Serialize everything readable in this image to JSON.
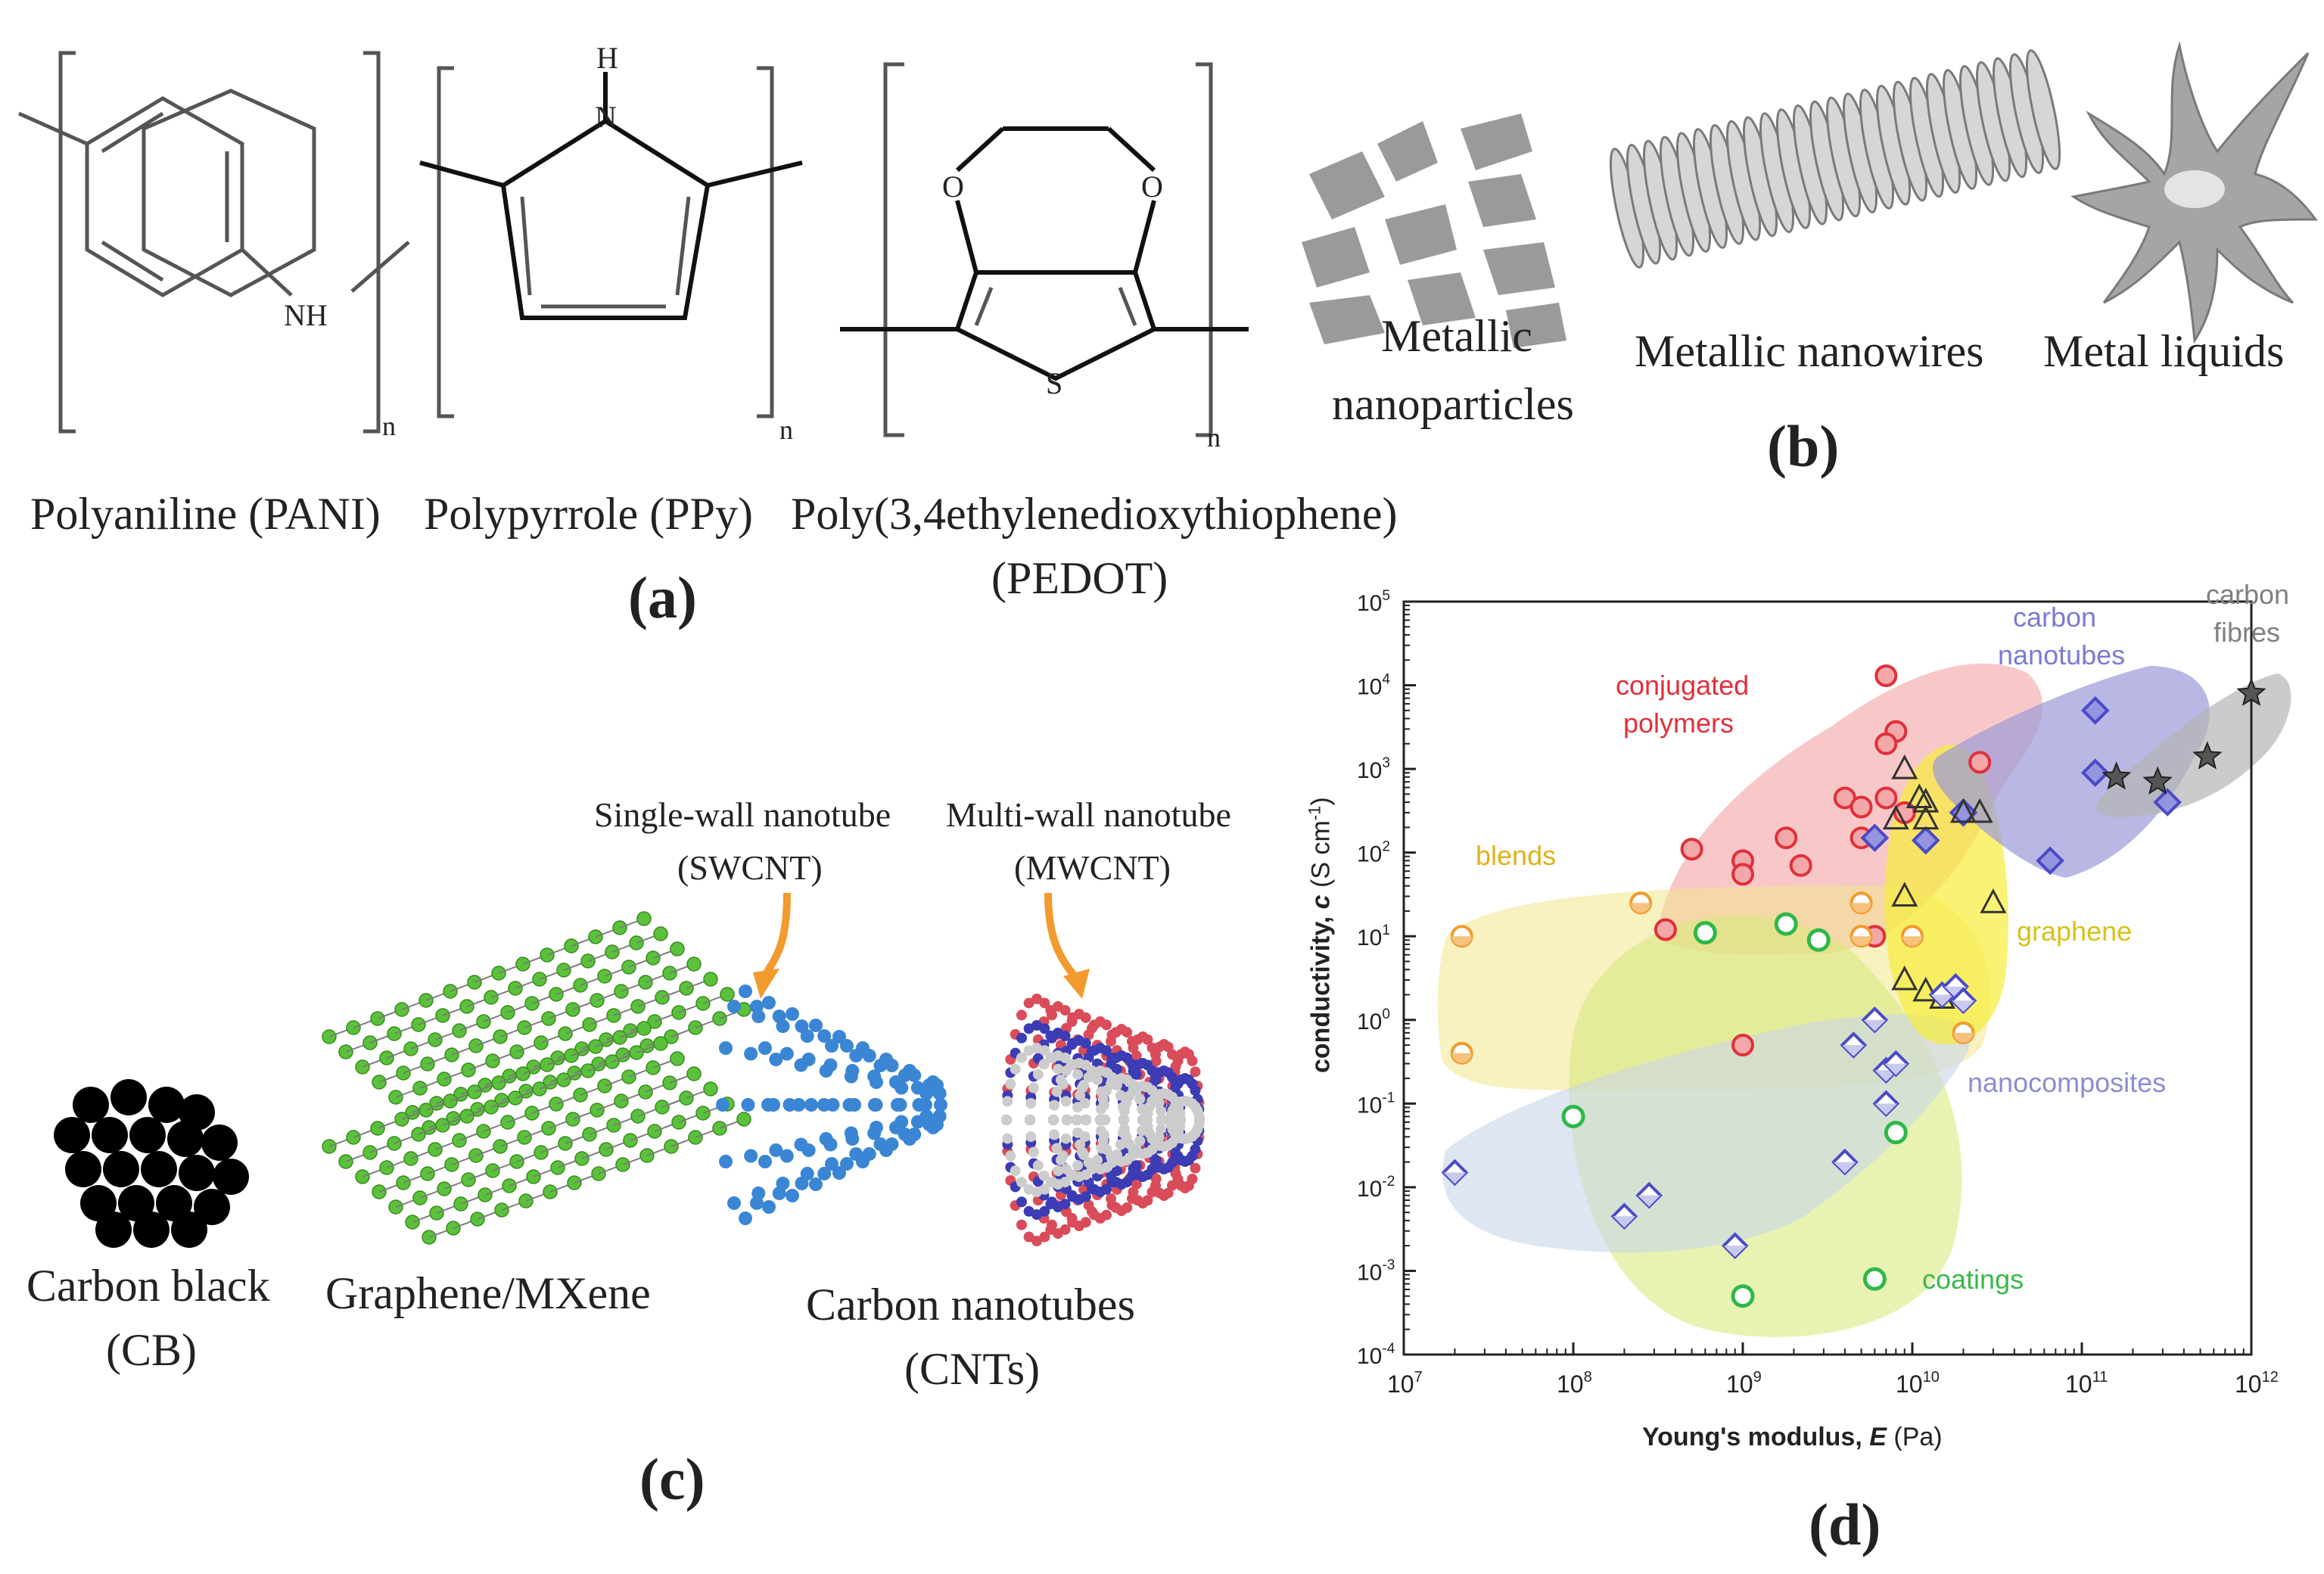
{
  "panel_a": {
    "letter": "(a)",
    "polymers": [
      {
        "name": "Polyaniline (PANI)",
        "atom": "NH",
        "repeat": "n"
      },
      {
        "name": "Polypyrrole (PPy)",
        "atom": "H",
        "atom2": "N",
        "repeat": "n"
      },
      {
        "name": "Poly(3,4ethylenedioxythiophene)",
        "name2": "(PEDOT)",
        "atoms": [
          "O",
          "O",
          "S"
        ],
        "repeat": "n"
      }
    ]
  },
  "panel_b": {
    "letter": "(b)",
    "items": [
      {
        "line1": "Metallic",
        "line2": "nanoparticles"
      },
      {
        "line1": "Metallic nanowires"
      },
      {
        "line1": "Metal liquids"
      }
    ],
    "colors": {
      "metal": "#9a9a9a"
    }
  },
  "panel_c": {
    "letter": "(c)",
    "items": [
      {
        "line1": "Carbon black",
        "line2": "(CB)"
      },
      {
        "line1": "Graphene/MXene"
      },
      {
        "line1": "Carbon nanotubes",
        "line2": "(CNTs)"
      }
    ],
    "swcnt": {
      "line1": "Single-wall nanotube",
      "line2": "(SWCNT)"
    },
    "mwcnt": {
      "line1": "Multi-wall nanotube",
      "line2": "(MWCNT)"
    },
    "colors": {
      "graphene": "#5ac23a",
      "swcnt": "#3a86d4",
      "mwcnt_red": "#d94c5a",
      "mwcnt_blue": "#3c3cb4",
      "arrow": "#f29a2e"
    }
  },
  "panel_d": {
    "letter": "(d)",
    "chart_data": {
      "type": "scatter",
      "xlabel": "Young's modulus, E (Pa)",
      "xlabel_parts": {
        "pre": "Young's modulus, ",
        "var": "E",
        "post": " (Pa)"
      },
      "ylabel": "conductivity, c (S cm⁻¹)",
      "ylabel_parts": {
        "pre": "conductivity, ",
        "var": "c",
        "post": " (S cm",
        "sup": "-1",
        "close": ")"
      },
      "xscale": "log",
      "yscale": "log",
      "xlim": [
        10000000.0,
        1000000000000.0
      ],
      "ylim": [
        0.0001,
        100000.0
      ],
      "xticks": [
        {
          "base": "10",
          "exp": "7"
        },
        {
          "base": "10",
          "exp": "8"
        },
        {
          "base": "10",
          "exp": "9"
        },
        {
          "base": "10",
          "exp": "10"
        },
        {
          "base": "10",
          "exp": "11"
        },
        {
          "base": "10",
          "exp": "12"
        }
      ],
      "yticks": [
        {
          "base": "10",
          "exp": "-4"
        },
        {
          "base": "10",
          "exp": "-3"
        },
        {
          "base": "10",
          "exp": "-2"
        },
        {
          "base": "10",
          "exp": "-1"
        },
        {
          "base": "10",
          "exp": "0"
        },
        {
          "base": "10",
          "exp": "1"
        },
        {
          "base": "10",
          "exp": "2"
        },
        {
          "base": "10",
          "exp": "3"
        },
        {
          "base": "10",
          "exp": "4"
        },
        {
          "base": "10",
          "exp": "5"
        }
      ],
      "series": [
        {
          "label_lines": [
            "conjugated",
            "polymers"
          ],
          "marker": "circle-filled",
          "color": "#e0303a",
          "fill": "#f2a7a9",
          "points": [
            [
              7000000000.0,
              13000.0
            ],
            [
              8000000000.0,
              2800.0
            ],
            [
              7000000000.0,
              2000.0
            ],
            [
              25000000000.0,
              1200.0
            ],
            [
              4000000000.0,
              450
            ],
            [
              7000000000.0,
              450
            ],
            [
              5000000000.0,
              350
            ],
            [
              9000000000.0,
              300
            ],
            [
              500000000.0,
              110
            ],
            [
              1000000000.0,
              80
            ],
            [
              1000000000.0,
              55
            ],
            [
              1800000000.0,
              150
            ],
            [
              2200000000.0,
              70
            ],
            [
              5000000000.0,
              150
            ],
            [
              350000000.0,
              12
            ],
            [
              6000000000.0,
              10
            ],
            [
              1000000000.0,
              0.5
            ]
          ]
        },
        {
          "label_lines": [
            "carbon",
            "nanotubes"
          ],
          "marker": "diamond-filled",
          "color": "#4a4ac8",
          "fill": "#9595df",
          "points": [
            [
              120000000000.0,
              5000.0
            ],
            [
              120000000000.0,
              900
            ],
            [
              320000000000.0,
              400
            ],
            [
              65000000000.0,
              80
            ],
            [
              20000000000.0,
              300
            ],
            [
              6000000000.0,
              150
            ],
            [
              12000000000.0,
              140
            ]
          ]
        },
        {
          "label_lines": [
            "carbon",
            "fibres"
          ],
          "marker": "star",
          "color": "#555555",
          "fill": "#555555",
          "points": [
            [
              1000000000000.0,
              8000.0
            ],
            [
              550000000000.0,
              1400.0
            ],
            [
              280000000000.0,
              700
            ],
            [
              160000000000.0,
              800
            ]
          ]
        },
        {
          "label_lines": [
            "graphene"
          ],
          "marker": "triangle-open",
          "color": "#333333",
          "fill": "#f7f07a",
          "points": [
            [
              9000000000.0,
              1000.0
            ],
            [
              11000000000.0,
              450
            ],
            [
              12000000000.0,
              400
            ],
            [
              8000000000.0,
              250
            ],
            [
              12000000000.0,
              250
            ],
            [
              20000000000.0,
              300
            ],
            [
              25000000000.0,
              300
            ],
            [
              9000000000.0,
              30
            ],
            [
              30000000000.0,
              25
            ],
            [
              9000000000.0,
              3
            ],
            [
              15000000000.0,
              1.8
            ],
            [
              12000000000.0,
              2.2
            ]
          ]
        },
        {
          "label_lines": [
            "blends"
          ],
          "marker": "circle-half",
          "color": "#f29a2e",
          "fill": "#f6c27d",
          "points": [
            [
              22000000.0,
              10
            ],
            [
              22000000.0,
              0.4
            ],
            [
              250000000.0,
              25
            ],
            [
              5000000000.0,
              25
            ],
            [
              5000000000.0,
              10
            ],
            [
              10000000000.0,
              10
            ],
            [
              20000000000.0,
              0.7
            ]
          ]
        },
        {
          "label_lines": [
            "nanocomposites"
          ],
          "marker": "diamond-open",
          "color": "#4a4ac8",
          "fill": "#c9c9f0",
          "points": [
            [
              20000000.0,
              0.015
            ],
            [
              200000000.0,
              0.0045
            ],
            [
              280000000.0,
              0.008
            ],
            [
              900000000.0,
              0.002
            ],
            [
              4500000000.0,
              0.5
            ],
            [
              6000000000.0,
              1
            ],
            [
              7000000000.0,
              0.25
            ],
            [
              7000000000.0,
              0.1
            ],
            [
              8000000000.0,
              0.3
            ],
            [
              4000000000.0,
              0.02
            ],
            [
              15000000000.0,
              2
            ],
            [
              18000000000.0,
              2.5
            ],
            [
              20000000000.0,
              1.7
            ]
          ]
        },
        {
          "label_lines": [
            "coatings"
          ],
          "marker": "circle-open",
          "color": "#2eb84a",
          "fill": "#bfe8c4",
          "points": [
            [
              600000000.0,
              11
            ],
            [
              1800000000.0,
              14
            ],
            [
              2800000000.0,
              9
            ],
            [
              100000000.0,
              0.07
            ],
            [
              8000000000.0,
              0.045
            ],
            [
              1000000000.0,
              0.0005
            ],
            [
              6000000000.0,
              0.0008
            ]
          ]
        }
      ]
    },
    "colors": {
      "conjugated": "#e0303a",
      "nanotubes": "#7b7bd4",
      "fibres": "#808080",
      "graphene_text": "#d6c21a",
      "blends_text": "#e0b11a",
      "nanocomp_text": "#8c8cd0",
      "coatings_text": "#39b84a"
    }
  }
}
